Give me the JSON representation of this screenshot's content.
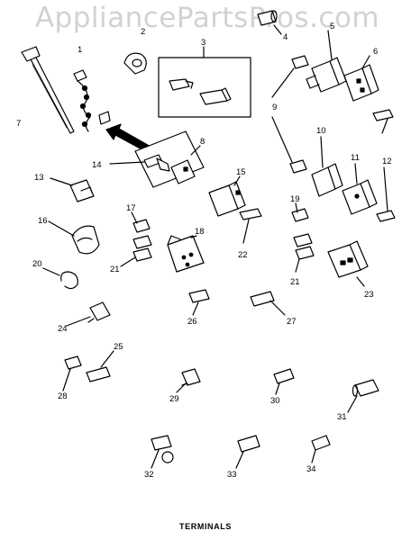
{
  "watermark": "AppliancePartsPros.com",
  "caption": "TERMINALS",
  "callouts": [
    "1",
    "2",
    "3",
    "4",
    "5",
    "6",
    "7",
    "8",
    "9",
    "10",
    "11",
    "12",
    "13",
    "14",
    "15",
    "16",
    "17",
    "18",
    "19",
    "20",
    "21",
    "22",
    "23",
    "24",
    "25",
    "26",
    "27",
    "28",
    "29",
    "30",
    "31",
    "32",
    "33",
    "34"
  ],
  "colors": {
    "line": "#000000",
    "watermark": "#d2d2d2",
    "background": "#ffffff"
  }
}
